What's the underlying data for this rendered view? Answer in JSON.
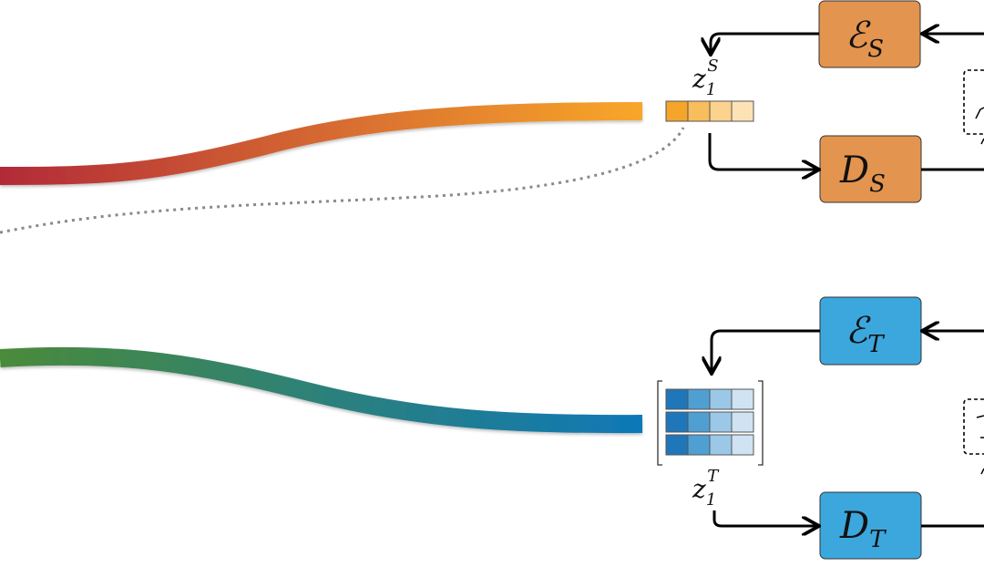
{
  "colors": {
    "source_box": "#e3944f",
    "target_box": "#3ba7dd",
    "source_cell_dark": "#f4a52a",
    "source_cell_mid": "#f8bd5c",
    "source_cell_light": "#fbd28e",
    "source_cell_lighter": "#fde2b6",
    "target_cell_1": "#1f77b9",
    "target_cell_2": "#4f9fd2",
    "target_cell_3": "#9bc8e6",
    "target_cell_4": "#cfe3f2",
    "curve_top_start": "#b22a38",
    "curve_top_end": "#f8a72a",
    "curve_bottom_start": "#4a8a3a",
    "curve_bottom_end": "#0f78b8",
    "dotted_line": "#8a8a8a"
  },
  "source": {
    "encoder": {
      "symbol": "ℰ",
      "subscript": "S"
    },
    "decoder": {
      "symbol": "D",
      "subscript": "S"
    },
    "latent": {
      "symbol": "z",
      "subscript": "1",
      "superscript": "S"
    }
  },
  "target": {
    "encoder": {
      "symbol": "ℰ",
      "subscript": "T"
    },
    "decoder": {
      "symbol": "D",
      "subscript": "T"
    },
    "latent": {
      "symbol": "z",
      "subscript": "1",
      "superscript": "T"
    }
  }
}
